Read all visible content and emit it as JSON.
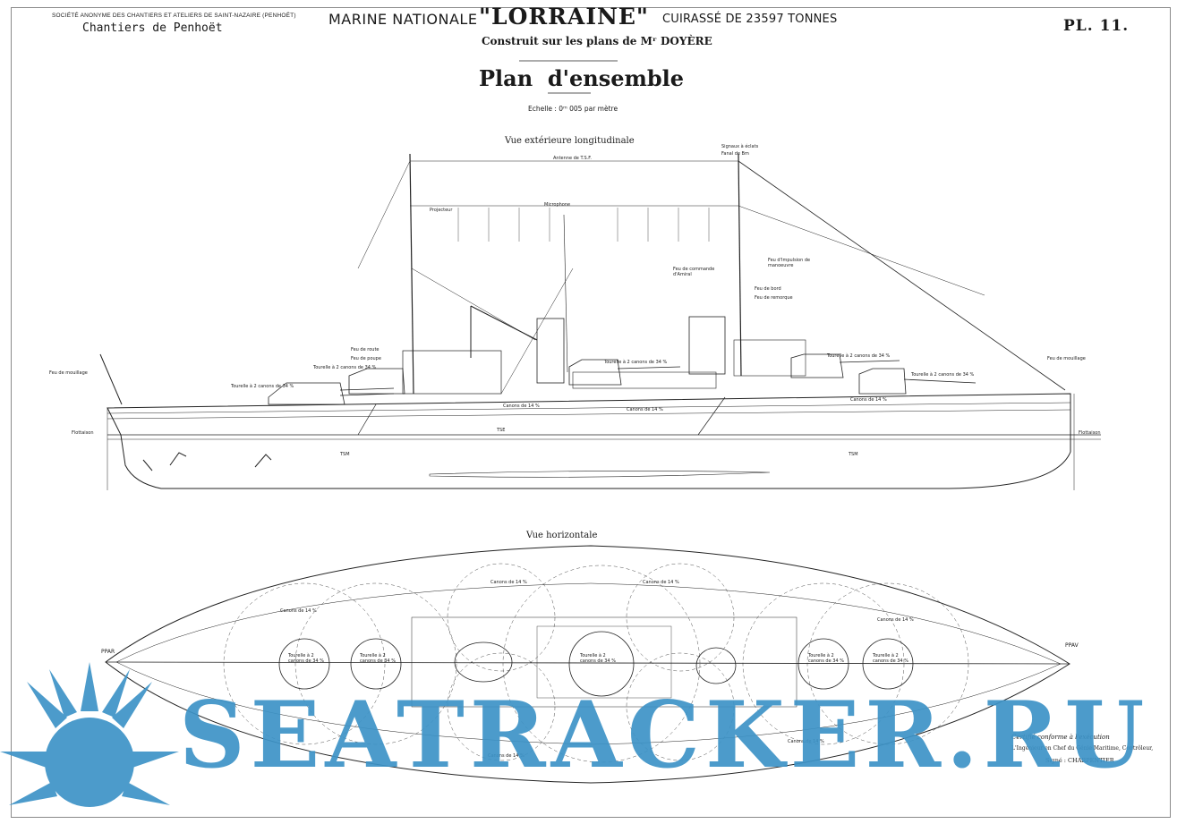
{
  "header": {
    "company": "SOCIÉTÉ ANONYME DES CHANTIERS ET ATELIERS DE SAINT-NAZAIRE (PENHOËT)",
    "yard": "Chantiers de Penhoët",
    "title_left": "MARINE NATIONALE",
    "ship_name": "\"LORRAINE\"",
    "title_right": "CUIRASSÉ DE 23597 TONNES",
    "designer": "Construit sur les plans de Mʳ DOYÈRE",
    "plate": "PL. 11.",
    "plan_title": "Plan  d'ensemble",
    "scale": "Echelle : 0ᵐ 005 par mètre"
  },
  "views": {
    "side": "Vue extérieure longitudinale",
    "top": "Vue horizontale"
  },
  "side_labels": {
    "antenna": "Antenne de T.S.F.",
    "signals": "Signaux à éclats",
    "fanal": "Fanal de Bm",
    "microphone": "Microphone",
    "projecteur": "Projecteur",
    "fanal_mouillage_l": "Feu de mouillage",
    "fanal_mouillage_r": "Feu de mouillage",
    "feu_route": "Feu de route",
    "feu_poupe": "Feu de poupe",
    "feu_remorque": "Feu de remorque",
    "feu_bord": "Feu de bord",
    "feu_amiral": "Feu de commande d'Amiral",
    "feu_manoeuvre": "Feu d'Impulsion de manoeuvre",
    "tourelle_1": "Tourelle à 2 canons de 34 %",
    "tourelle_2": "Tourelle à 2 canons de 34 %",
    "tourelle_3": "Tourelle à 2 canons de 34 %",
    "tourelle_4": "Tourelle à 2 canons de 34 %",
    "tourelle_5": "Tourelle à 2 canons de 34 %",
    "canons_14_a": "Canons de 14 %",
    "canons_14_b": "Canons de 14 %",
    "canons_14_c": "Canons de 14 %",
    "flottaison_l": "Flottaison",
    "flottaison_r": "Flottaison",
    "tsm_l": "TSM",
    "tsm_r": "TSM",
    "tse": "TSE"
  },
  "top_labels": {
    "ppar": "PPAR",
    "ppav": "PPAV",
    "t1": "Tourelle à 2 canons de 34 %",
    "t2": "Tourelle à 2 canons de 34 %",
    "t3": "Tourelle à 2 canons de 34 %",
    "t4": "Tourelle à 2 canons de 34 %",
    "t5": "Tourelle à 2 canons de 34 %",
    "c1": "Canons de 14 %",
    "c2": "Canons de 14 %",
    "c3": "Canons de 14 %",
    "c4": "Canons de 14 %",
    "c5": "Canons de 14 %",
    "c6": "Canons de 14 %"
  },
  "signature": {
    "line1": "Certifié conforme à l'exécution",
    "line2": "L'Ingénieur en Chef du Génie Maritime, Contrôleur,",
    "line3": "Signé : CHARPENTIER"
  },
  "watermark": "SEATRACKER.RU",
  "colors": {
    "ink": "#1a1a1a",
    "watermark": "#3d93c7",
    "frame": "#8a8a8a"
  }
}
